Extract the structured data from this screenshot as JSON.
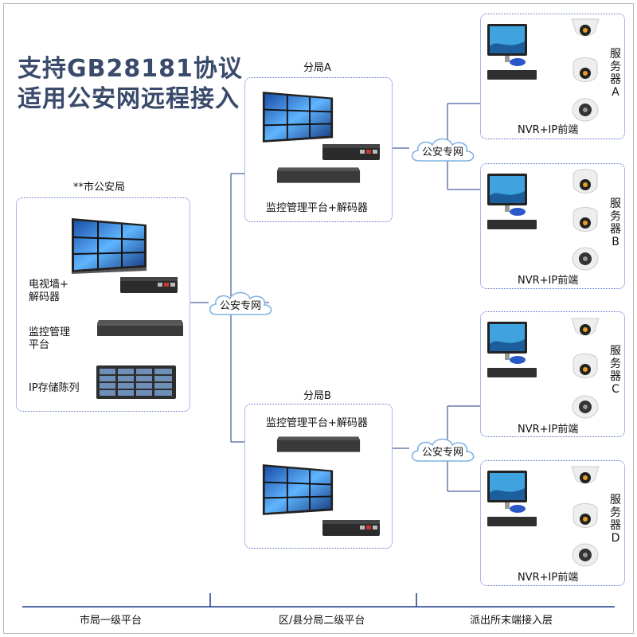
{
  "title_line1": "支持GB28181协议",
  "title_line2": "适用公安网远程接入",
  "city_bureau": {
    "title": "**市公安局",
    "tv_wall_label_line1": "电视墙+",
    "tv_wall_label_line2": "解码器",
    "platform_label_line1": "监控管理",
    "platform_label_line2": "平台",
    "storage_label": "IP存储陈列"
  },
  "branch_a": {
    "title": "分局A",
    "caption": "监控管理平台+解码器"
  },
  "branch_b": {
    "title": "分局B",
    "caption": "监控管理平台+解码器"
  },
  "clouds": {
    "center": "公安专网",
    "a": "公安专网",
    "b": "公安专网"
  },
  "stations": [
    {
      "caption": "NVR+IP前端",
      "server_chars": [
        "服",
        "务",
        "器"
      ],
      "letter": "A"
    },
    {
      "caption": "NVR+IP前端",
      "server_chars": [
        "服",
        "务",
        "器"
      ],
      "letter": "B"
    },
    {
      "caption": "NVR+IP前端",
      "server_chars": [
        "服",
        "务",
        "器"
      ],
      "letter": "C"
    },
    {
      "caption": "NVR+IP前端",
      "server_chars": [
        "服",
        "务",
        "器"
      ],
      "letter": "D"
    }
  ],
  "bottom_axis": [
    "市局一级平台",
    "区/县分局二级平台",
    "派出所末端接入层"
  ],
  "colors": {
    "line": "#1e3a8a",
    "box_border": "#5a6fd6",
    "title": "#3a4a6b"
  }
}
